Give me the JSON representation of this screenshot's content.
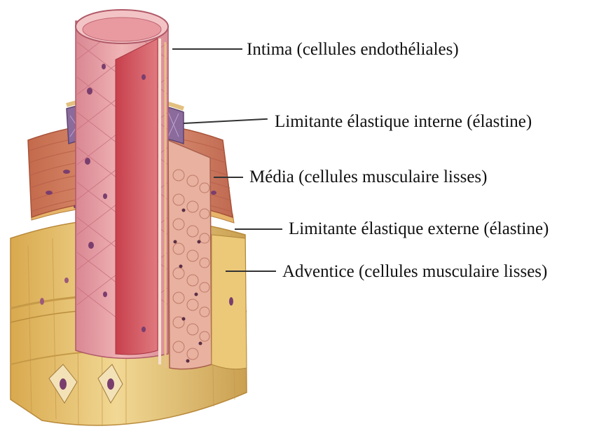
{
  "labels": {
    "intima": "Intima  (cellules endothéliales)",
    "lei": "Limitante élastique interne (élastine)",
    "media": "Média (cellules musculaire lisses)",
    "lee": "Limitante élastique externe (élastine)",
    "adventice": "Adventice (cellules musculaire lisses)"
  },
  "colors": {
    "intima_pink": "#e8a3a6",
    "lumen_red": "#d6545d",
    "media_salmon": "#d98a6c",
    "lei_purple": "#8b6a9c",
    "adventice_yellow": "#e9c878",
    "nucleus": "#7a3e6e"
  }
}
